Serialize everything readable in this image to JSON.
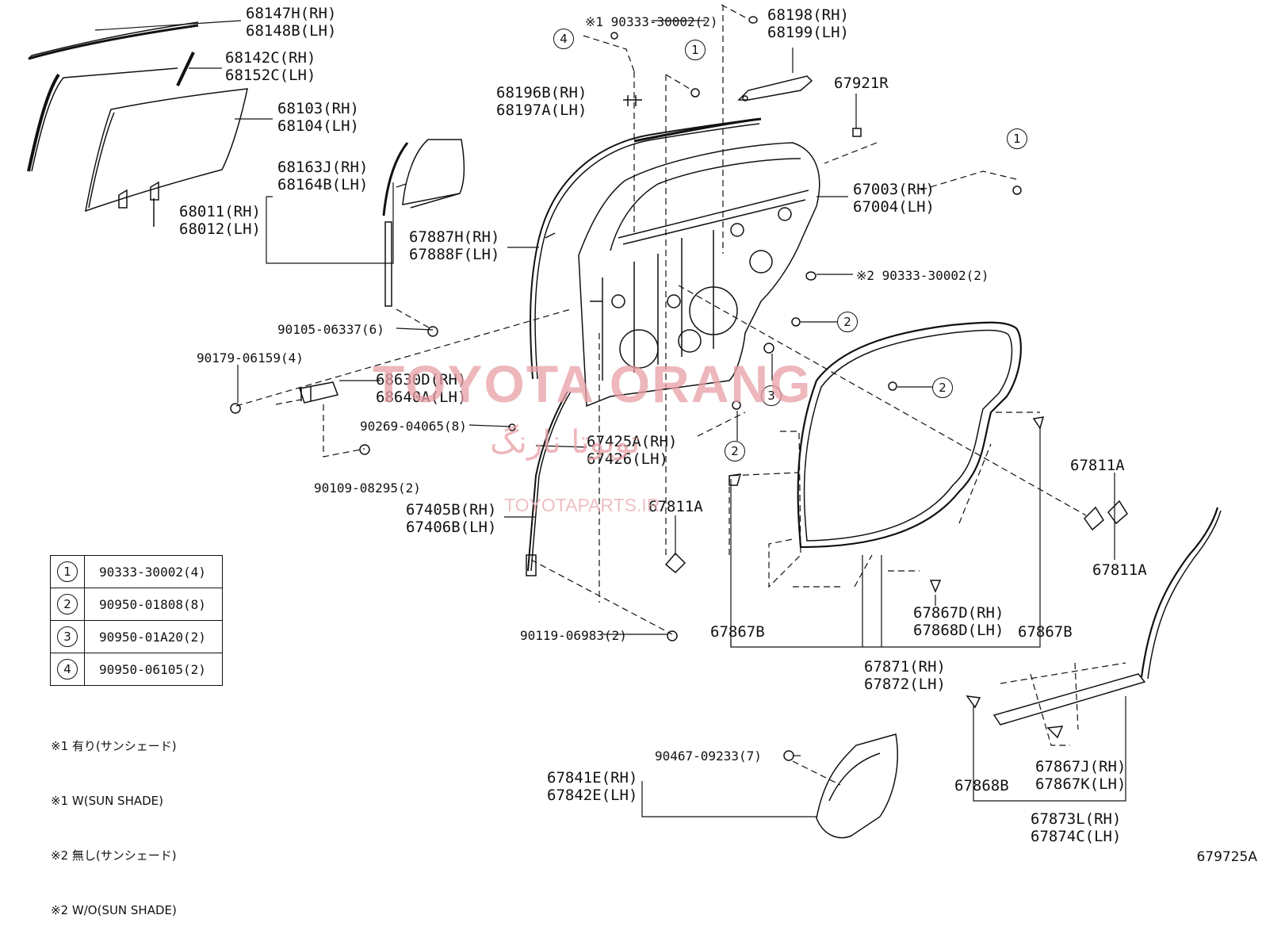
{
  "labels": {
    "l68147": "68147H(RH)\n68148B(LH)",
    "l68142": "68142C(RH)\n68152C(LH)",
    "l68103": "68103(RH)\n68104(LH)",
    "l68163": "68163J(RH)\n68164B(LH)",
    "l68011": "68011(RH)\n68012(LH)",
    "l90333a": "※1 90333-30002(2)",
    "l68198": "68198(RH)\n68199(LH)",
    "l68196": "68196B(RH)\n68197A(LH)",
    "l67921": "67921R",
    "l67003": "67003(RH)\n67004(LH)",
    "l67887": "67887H(RH)\n67888F(LH)",
    "l90333b": "※2 90333-30002(2)",
    "l90105": "90105-06337(6)",
    "l90179": "90179-06159(4)",
    "l68630": "68630D(RH)\n68640A(LH)",
    "l90269": "90269-04065(8)",
    "l67425": "67425A(RH)\n67426(LH)",
    "l90109": "90109-08295(2)",
    "l67811a": "67811A",
    "l67811b": "67811A",
    "l67811c": "67811A",
    "l67405": "67405B(RH)\n67406B(LH)",
    "l90119": "90119-06983(2)",
    "l67867b1": "67867B",
    "l67867d": "67867D(RH)\n67868D(LH)",
    "l67867b2": "67867B",
    "l67871": "67871(RH)\n67872(LH)",
    "l90467": "90467-09233(7)",
    "l67841": "67841E(RH)\n67842E(LH)",
    "l67868b": "67868B",
    "l67867j": "67867J(RH)\n67867K(LH)",
    "l67873": "67873L(RH)\n67874C(LH)"
  },
  "callouts": {
    "c1": "1",
    "c2": "2",
    "c3": "3",
    "c4": "4"
  },
  "legend": [
    {
      "num": "1",
      "part": "90333-30002(4)"
    },
    {
      "num": "2",
      "part": "90950-01808(8)"
    },
    {
      "num": "3",
      "part": "90950-01A20(2)"
    },
    {
      "num": "4",
      "part": "90950-06105(2)"
    }
  ],
  "notes": [
    "※1 有り(サンシェード)",
    "※1 W(SUN SHADE)",
    "※2 無し(サンシェード)",
    "※2 W/O(SUN SHADE)"
  ],
  "watermark": {
    "brand": "TOYOTA ORANG",
    "arabic": "تويوتا نارنگ",
    "site": "TOYOTAPARTS.IR"
  },
  "diagram_code": "679725A"
}
